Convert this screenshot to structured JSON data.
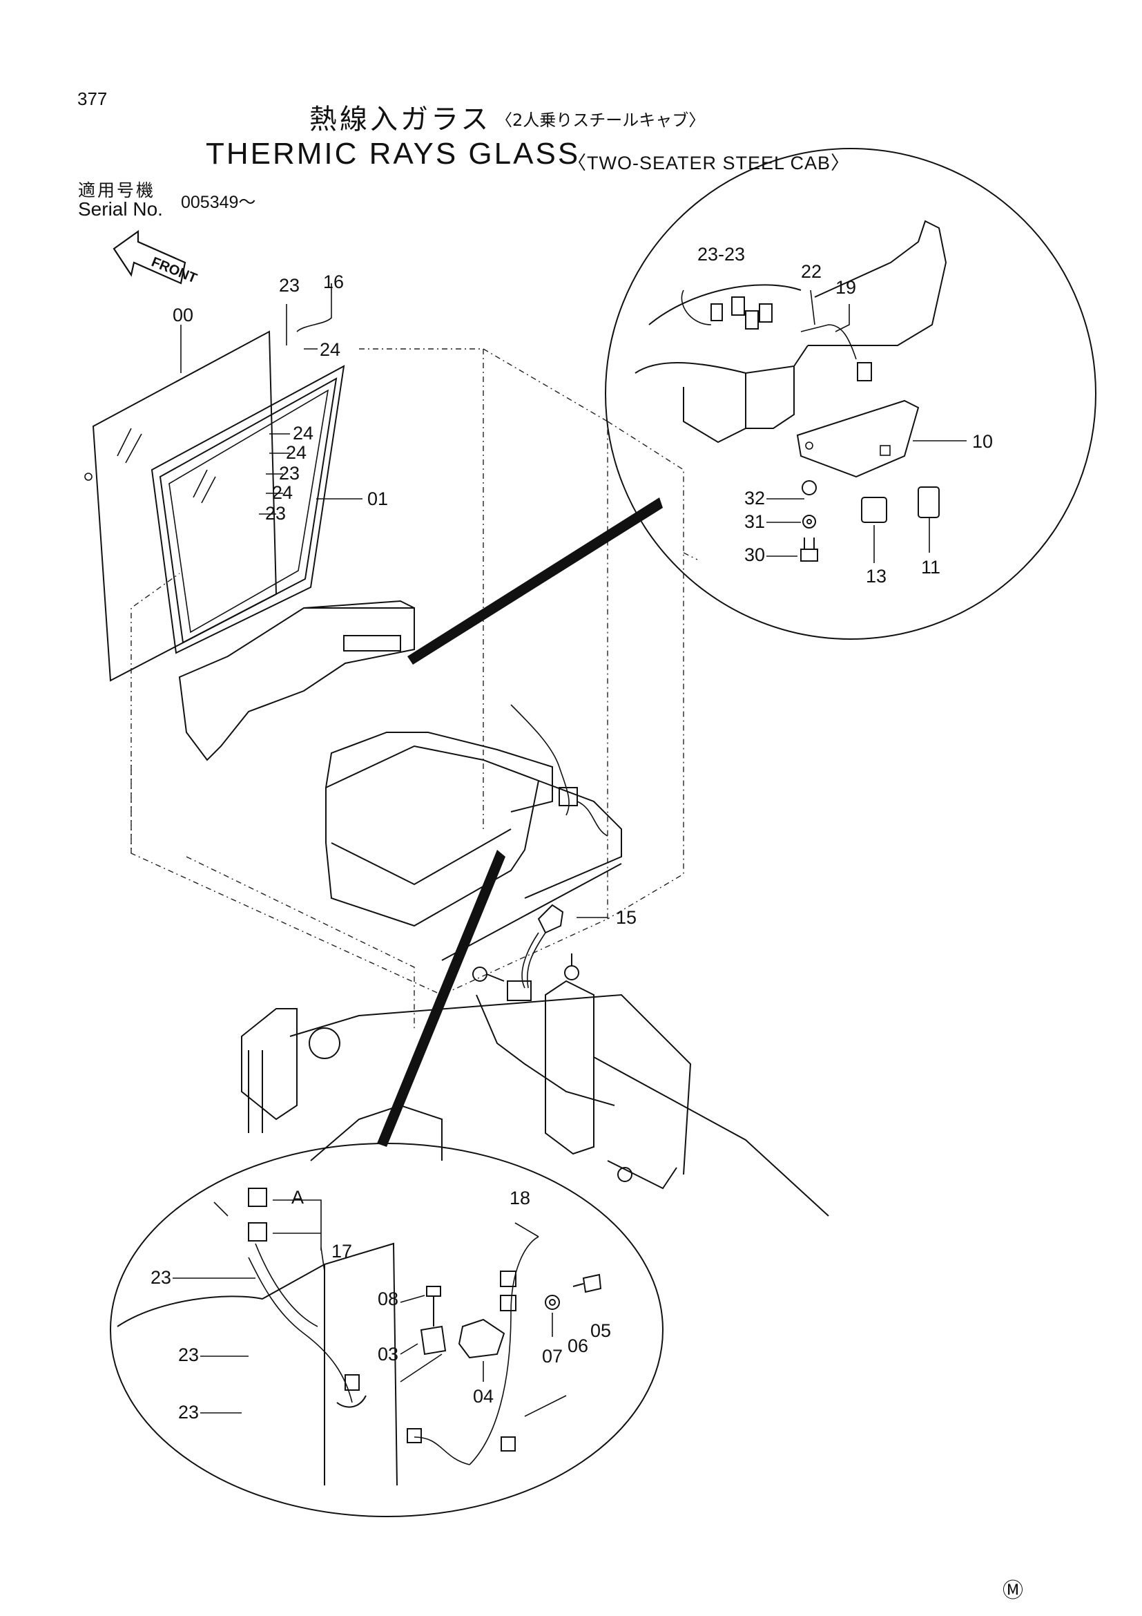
{
  "header": {
    "page_number": "377",
    "title_jp": "熱線入ガラス",
    "title_jp_sub": "〈2人乗りスチールキャブ〉",
    "title_en": "THERMIC RAYS GLASS",
    "title_en_sub": "〈TWO-SEATER STEEL CAB〉",
    "serial_label_jp": "適用号機",
    "serial_label_en": "Serial No.",
    "serial_value": "005349～"
  },
  "direction_arrow": {
    "label": "FRONT"
  },
  "callouts": {
    "p00": "00",
    "p01": "01",
    "p03": "03",
    "p04": "04",
    "p05": "05",
    "p06": "06",
    "p07": "07",
    "p08": "08",
    "p10": "10",
    "p11": "11",
    "p13": "13",
    "p15": "15",
    "p16": "16",
    "p17": "17",
    "p18": "18",
    "p19": "19",
    "p22": "22",
    "p23": "23",
    "p24": "24",
    "p30": "30",
    "p31": "31",
    "p32": "32",
    "p23_23": "23-23",
    "pA": "A"
  },
  "footer_mark": "Ⓜ"
}
